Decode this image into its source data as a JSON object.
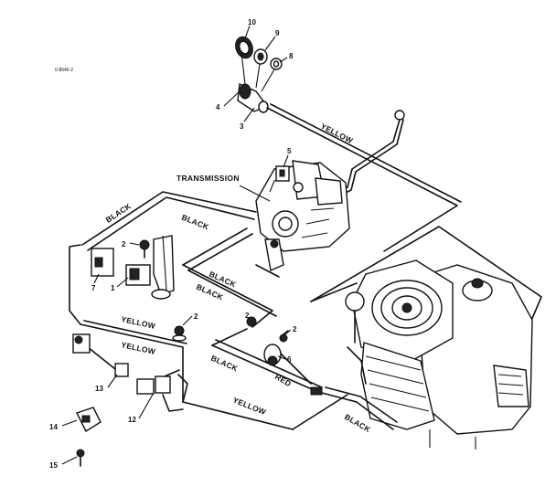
{
  "diagram_code": "0-8646-2",
  "component_labels": {
    "transmission": "TRANSMISSION"
  },
  "wire_colors": {
    "yellow": "YELLOW",
    "black": "BLACK",
    "red": "RED"
  },
  "callouts": [
    "10",
    "9",
    "8",
    "4",
    "3",
    "5",
    "2",
    "7",
    "1",
    "2",
    "2",
    "2",
    "6",
    "13",
    "12",
    "14",
    "15"
  ]
}
